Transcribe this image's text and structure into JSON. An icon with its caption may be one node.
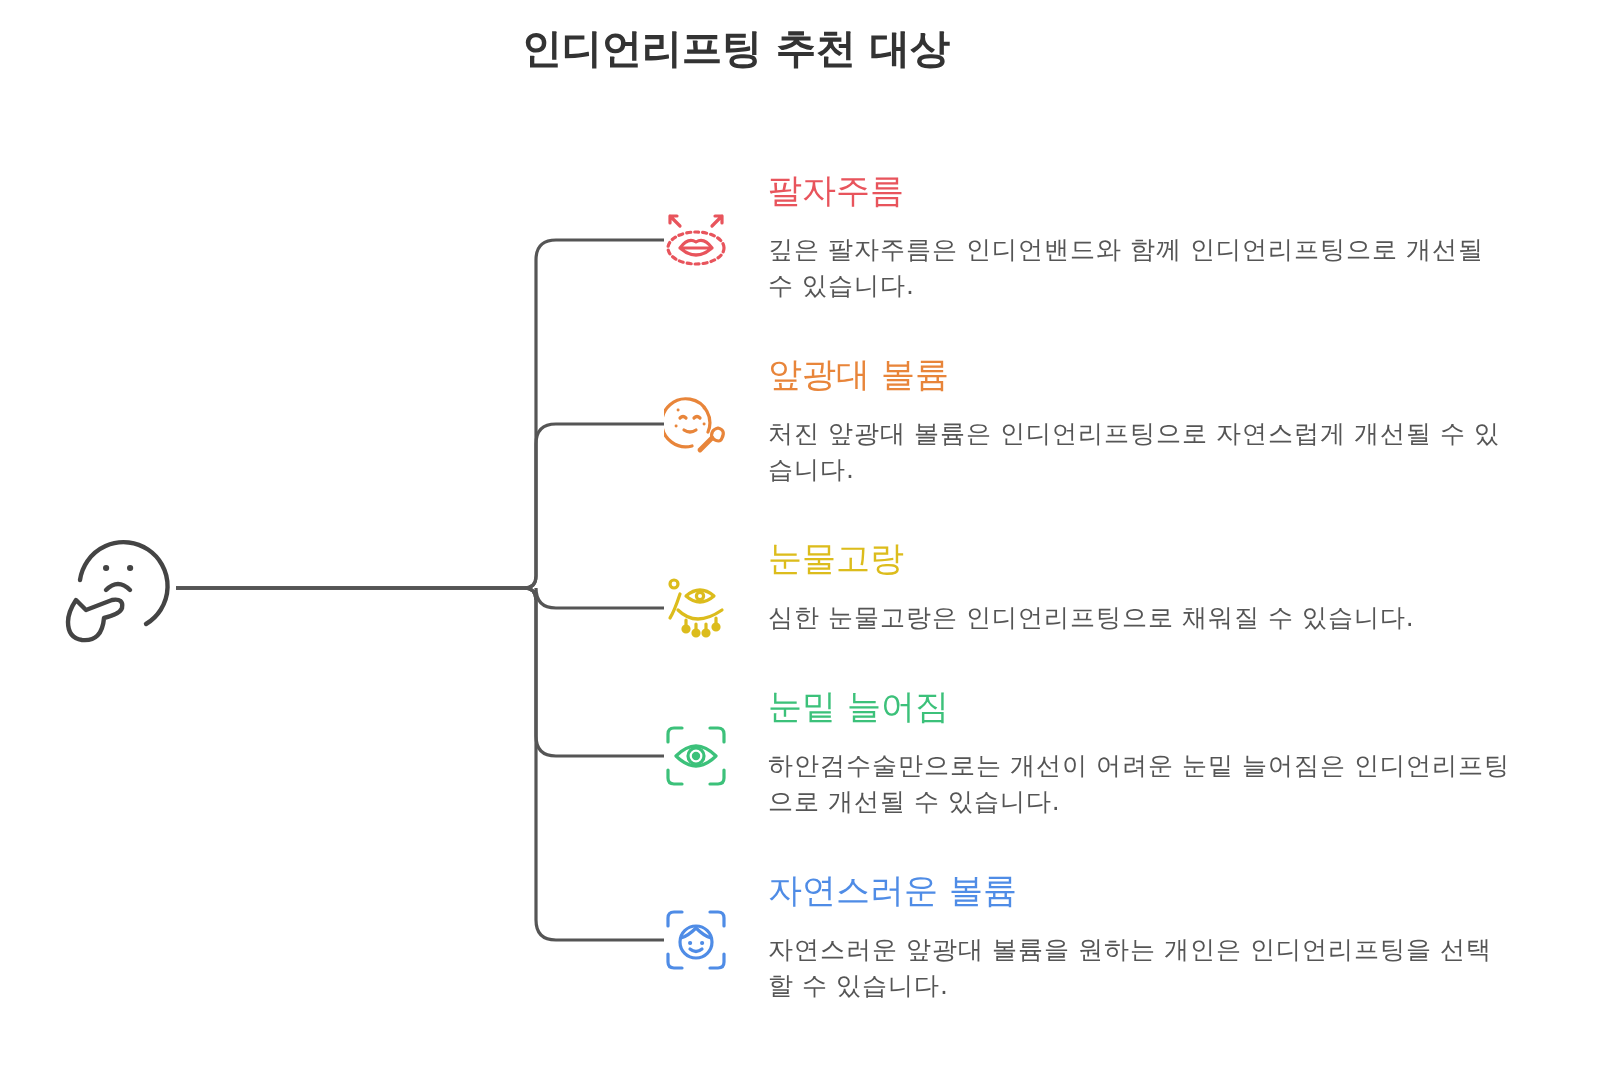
{
  "diagram": {
    "title": "인디언리프팅 추천 대상",
    "nodes": [
      {
        "text": [],
        "shape": "picture"
      },
      {
        "text": [
          "팔자주름",
          "깊은 팔자주름은 인디언밴드와 함께 인디언리프팅으로 개선될 수 있습니다."
        ]
      },
      {
        "text": [
          "앞광대 볼륨",
          "처진 앞광대 볼륨은 인디언리프팅으로 자연스럽게 개선될 수 있습니다."
        ]
      },
      {
        "text": [
          "눈물고랑",
          "심한 눈물고랑은 인디언리프팅으로 채워질 수 있습니다."
        ]
      },
      {
        "text": [
          "눈밑 늘어짐",
          "하안검수술만으로는 개선이 어려운 눈밑 늘어짐은 인디언리프팅으로 개선될 수 있습니다."
        ]
      },
      {
        "text": [
          "자연스러운 볼륨",
          "자연스러운 앞광대 볼륨을 원하는 개인은 인디언리프팅을 선택할 수 있습니다."
        ]
      }
    ],
    "edges": [
      {
        "from": 0,
        "to": 1,
        "arrow": "none"
      },
      {
        "from": 0,
        "to": 2,
        "arrow": "none"
      },
      {
        "from": 0,
        "to": 3,
        "arrow": "none"
      },
      {
        "from": 0,
        "to": 4,
        "arrow": "none"
      },
      {
        "from": 0,
        "to": 5,
        "arrow": "none"
      }
    ]
  }
}
